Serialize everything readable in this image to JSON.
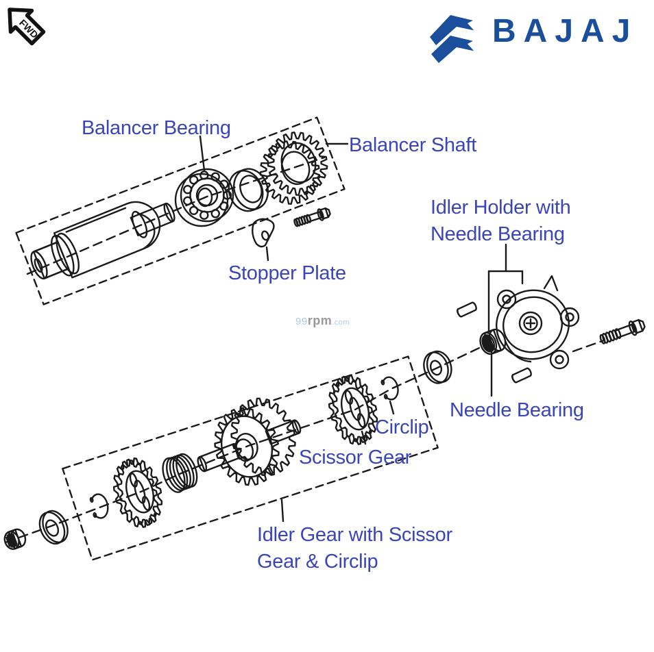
{
  "fwd": {
    "label": "FWD"
  },
  "brand": {
    "name": "BAJAJ"
  },
  "watermark": {
    "prefix": "99",
    "middle": "rpm",
    "suffix": ".com"
  },
  "labels": {
    "balancer_bearing": "Balancer Bearing",
    "balancer_shaft": "Balancer Shaft",
    "stopper_plate": "Stopper Plate",
    "idler_holder": "Idler Holder with\nNeedle Bearing",
    "needle_bearing": "Needle Bearing",
    "circlip": "Circlip",
    "scissor_gear": "Scissor Gear",
    "idler_gear": "Idler Gear with Scissor\nGear & Circlip"
  },
  "colors": {
    "label": "#3a45b8",
    "brand": "#1b4e9b",
    "line": "#1a1a1a",
    "watermark_light": "#aecbe8",
    "watermark_gray": "#9a9a9a"
  }
}
